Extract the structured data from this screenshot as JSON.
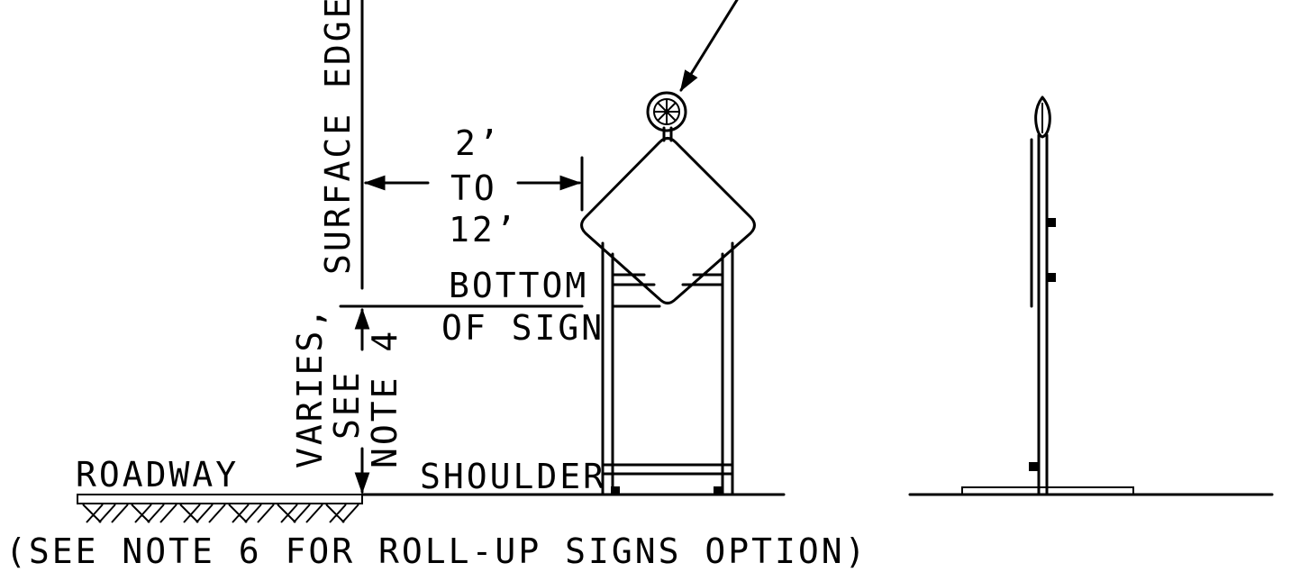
{
  "labels": {
    "surface_edge": "SURFACE EDGE",
    "offset_top": "2’",
    "offset_mid": "TO",
    "offset_bottom": "12’",
    "bottom_line1": "BOTTOM",
    "bottom_line2": "OF SIGN",
    "varies_line1": "VARIES,",
    "varies_line2": "SEE",
    "varies_line3": "NOTE 4",
    "roadway": "ROADWAY",
    "shoulder": "SHOULDER",
    "footnote": "(SEE NOTE 6 FOR ROLL-UP SIGNS OPTION)"
  },
  "colors": {
    "ink": "#000000",
    "background": "#ffffff"
  }
}
